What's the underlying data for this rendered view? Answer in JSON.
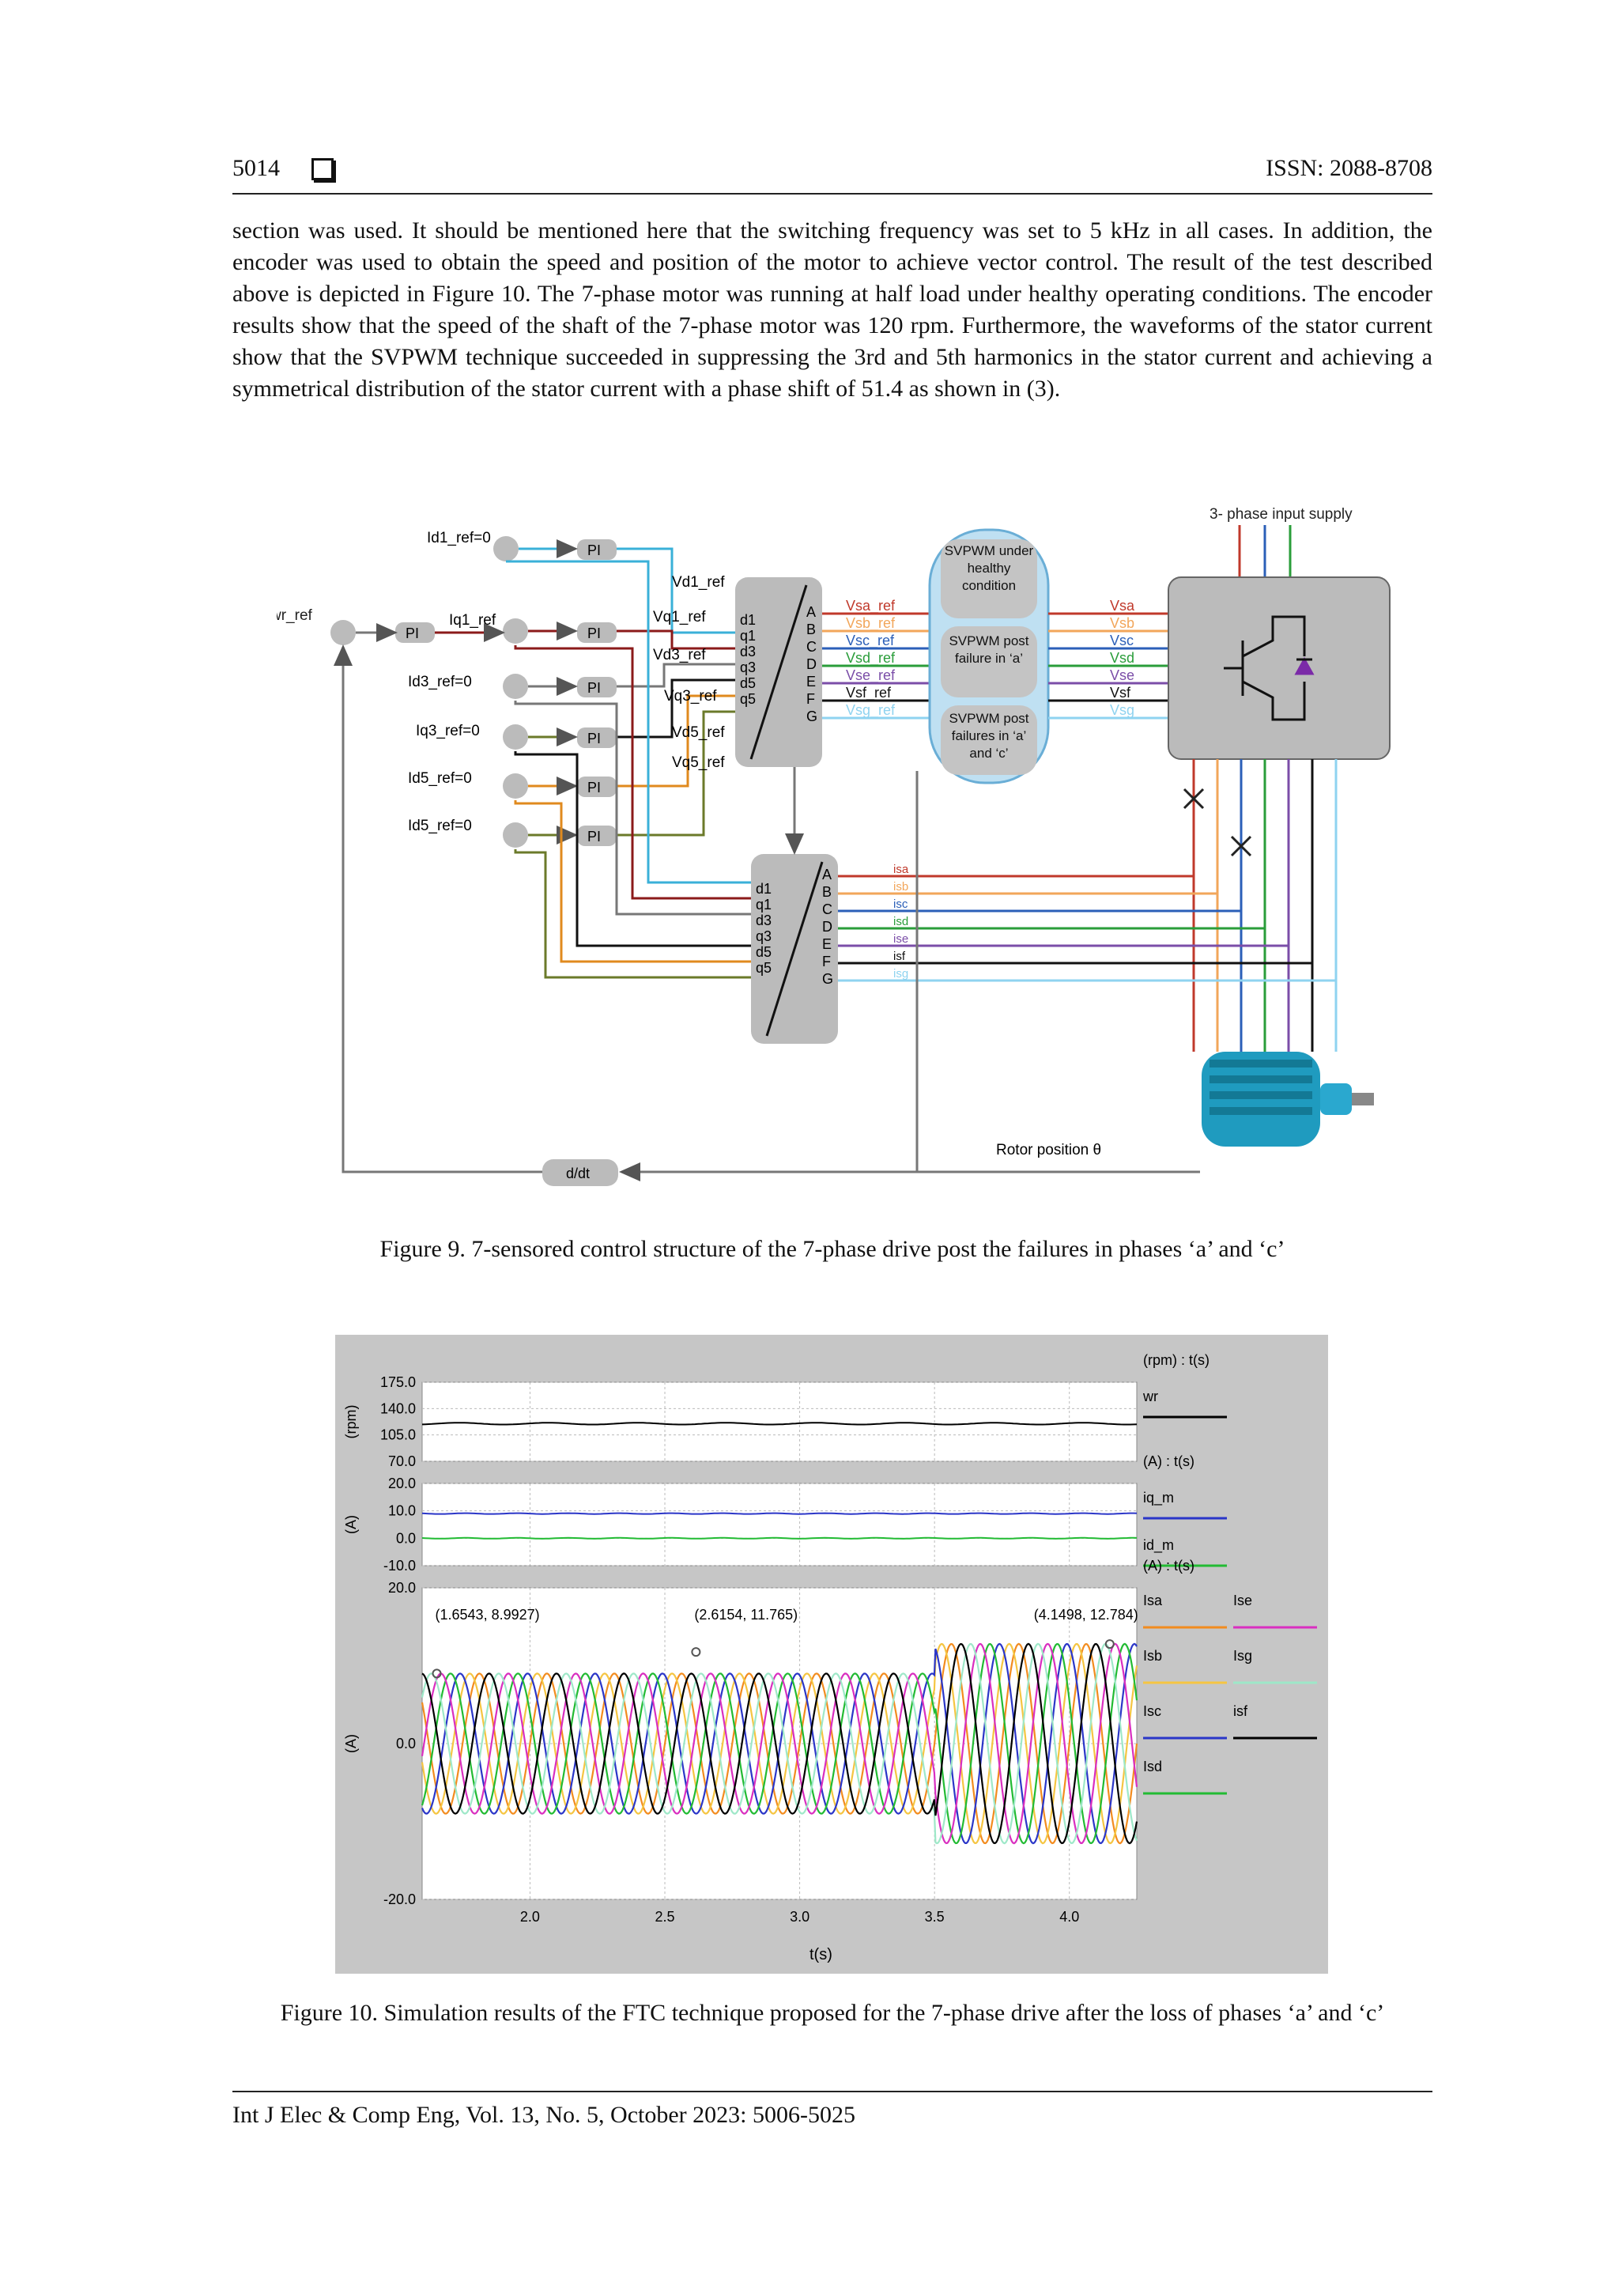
{
  "header": {
    "page_number": "5014",
    "issn": "ISSN: 2088-8708"
  },
  "body": {
    "paragraph": "section was used. It should be mentioned here that the switching frequency was set to 5 kHz in all cases. In addition, the encoder was used to obtain the speed and position of the motor to achieve vector control. The result of the test described above is depicted in Figure 10. The 7-phase motor was running at half load under healthy operating conditions. The encoder results show that the speed of the shaft of the 7-phase motor was 120 rpm. Furthermore, the waveforms of the stator current show that the SVPWM technique succeeded in suppressing the 3rd and 5th harmonics in the stator current and achieving a symmetrical distribution of the stator current with a phase shift of 51.4 as shown in (3)."
  },
  "figure9": {
    "caption": "Figure 9. 7-sensored control structure of the 7-phase drive post the failures in phases ‘a’ and ‘c’",
    "supply_label": "3- phase input supply",
    "wr_ref": "wr_ref",
    "refs": [
      "Id1_ref=0",
      "Iq1_ref",
      "Id3_ref=0",
      "Iq3_ref=0",
      "Id5_ref=0",
      "Id5_ref=0"
    ],
    "pi_label": "PI",
    "v_refs": [
      "Vd1_ref",
      "Vq1_ref",
      "Vd3_ref",
      "Vq3_ref",
      "Vd5_ref",
      "Vq5_ref"
    ],
    "dq_labels": [
      "d1",
      "q1",
      "d3",
      "q3",
      "d5",
      "q5"
    ],
    "phase_letters": [
      "A",
      "B",
      "C",
      "D",
      "E",
      "F",
      "G"
    ],
    "vs_refs": [
      "Vsa_ref",
      "Vsb_ref",
      "Vsc_ref",
      "Vsd_ref",
      "Vse_ref",
      "Vsf_ref",
      "Vsg_ref"
    ],
    "svpwm": [
      "SVPWM under healthy condition",
      "SVPWM post failure in ‘a’",
      "SVPWM post failures in ‘a’ and ‘c’"
    ],
    "vs_out": [
      "Vsa",
      "Vsb",
      "Vsc",
      "Vsd",
      "Vse",
      "Vsf",
      "Vsg"
    ],
    "currents": [
      "isa",
      "isb",
      "isc",
      "isd",
      "ise",
      "isf",
      "isg"
    ],
    "rotor_position": "Rotor position  θ",
    "ddt": "d/dt"
  },
  "figure10": {
    "caption": "Figure 10. Simulation results of the FTC technique proposed for the 7-phase drive after the loss of phases ‘a’ and ‘c’",
    "x_label": "t(s)",
    "x_ticks": [
      2.0,
      2.5,
      3.0,
      3.5,
      4.0
    ],
    "xlim": [
      1.6,
      4.25
    ],
    "panels": [
      {
        "ylabel": "(rpm)",
        "ylim": [
          70,
          175
        ],
        "yticks": [
          "175.0",
          "140.0",
          "105.0",
          "70.0"
        ],
        "legend_title": "(rpm) : t(s)",
        "series": [
          {
            "name": "wr",
            "color": "#000000",
            "value": 120
          }
        ]
      },
      {
        "ylabel": "(A)",
        "ylim": [
          -10,
          20
        ],
        "yticks": [
          "20.0",
          "10.0",
          "0.0",
          "-10.0"
        ],
        "legend_title": "(A) : t(s)",
        "series": [
          {
            "name": "iq_m",
            "color": "#2b36c8",
            "value": 9
          },
          {
            "name": "id_m",
            "color": "#22bb33",
            "value": 0
          }
        ]
      },
      {
        "ylabel": "(A)",
        "ylim": [
          -20,
          20
        ],
        "yticks": [
          "20.0",
          "0.0",
          "-20.0"
        ],
        "legend_title": "(A) : t(s)",
        "series": [
          {
            "name": "Isa",
            "color": "#f28c1f"
          },
          {
            "name": "Isb",
            "color": "#f5c542"
          },
          {
            "name": "Isc",
            "color": "#2b36c8"
          },
          {
            "name": "Isd",
            "color": "#22bb33"
          },
          {
            "name": "Ise",
            "color": "#d92fc0"
          },
          {
            "name": "Isg",
            "color": "#9ee8c8"
          },
          {
            "name": "isf",
            "color": "#000000"
          }
        ],
        "annotations": [
          "(1.6543, 8.9927)",
          "(2.6154, 11.765)",
          "(4.1498, 12.784)"
        ],
        "amplitudes": [
          {
            "t_end": 3.5,
            "amp": 9
          },
          {
            "t_end": 4.25,
            "amp": 12.8
          }
        ],
        "frequency_hz": 4
      }
    ]
  },
  "footer": {
    "text": "Int J Elec & Comp Eng, Vol. 13, No. 5, October 2023: 5006-5025"
  }
}
